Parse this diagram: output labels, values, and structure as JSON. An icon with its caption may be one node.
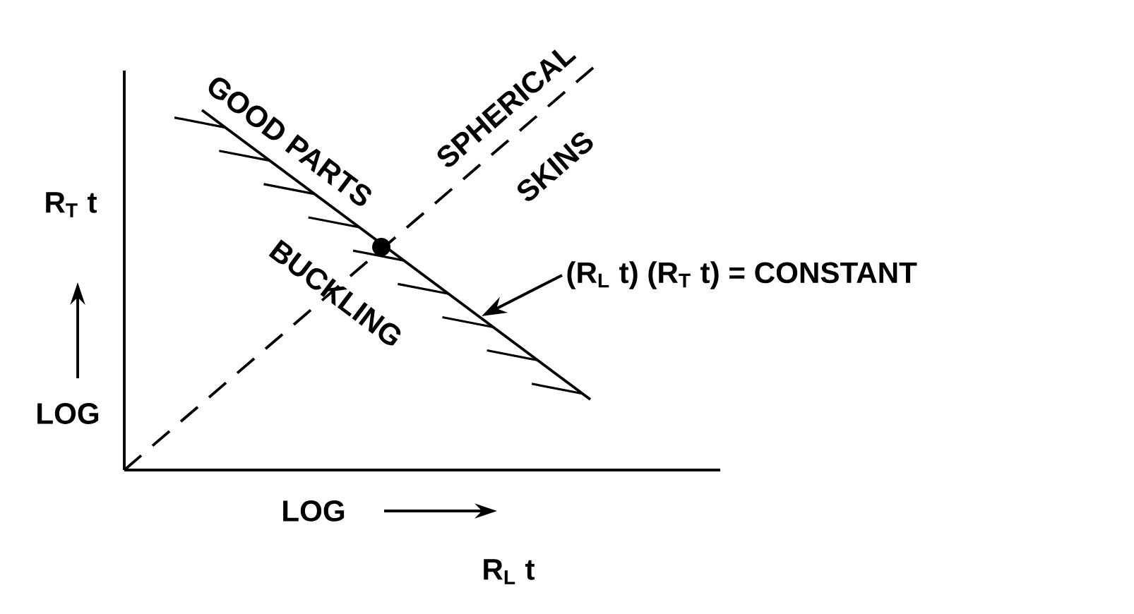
{
  "diagram": {
    "nodes": [
      {
        "text": [
          "(R$_{L}$ t) (R$_{T}$ t) = CONSTANT"
        ]
      },
      {
        "text": [],
        "shape": "line"
      }
    ],
    "edges": [
      {
        "from": 0,
        "to": 1,
        "arrow": "to"
      }
    ],
    "labels": [
      "GOOD PARTS",
      "SPHERICAL",
      "SKINS",
      "R$_{T}$ t",
      "BUCKLING",
      "LOG",
      "LOG",
      "R$_{L}$ t"
    ]
  }
}
